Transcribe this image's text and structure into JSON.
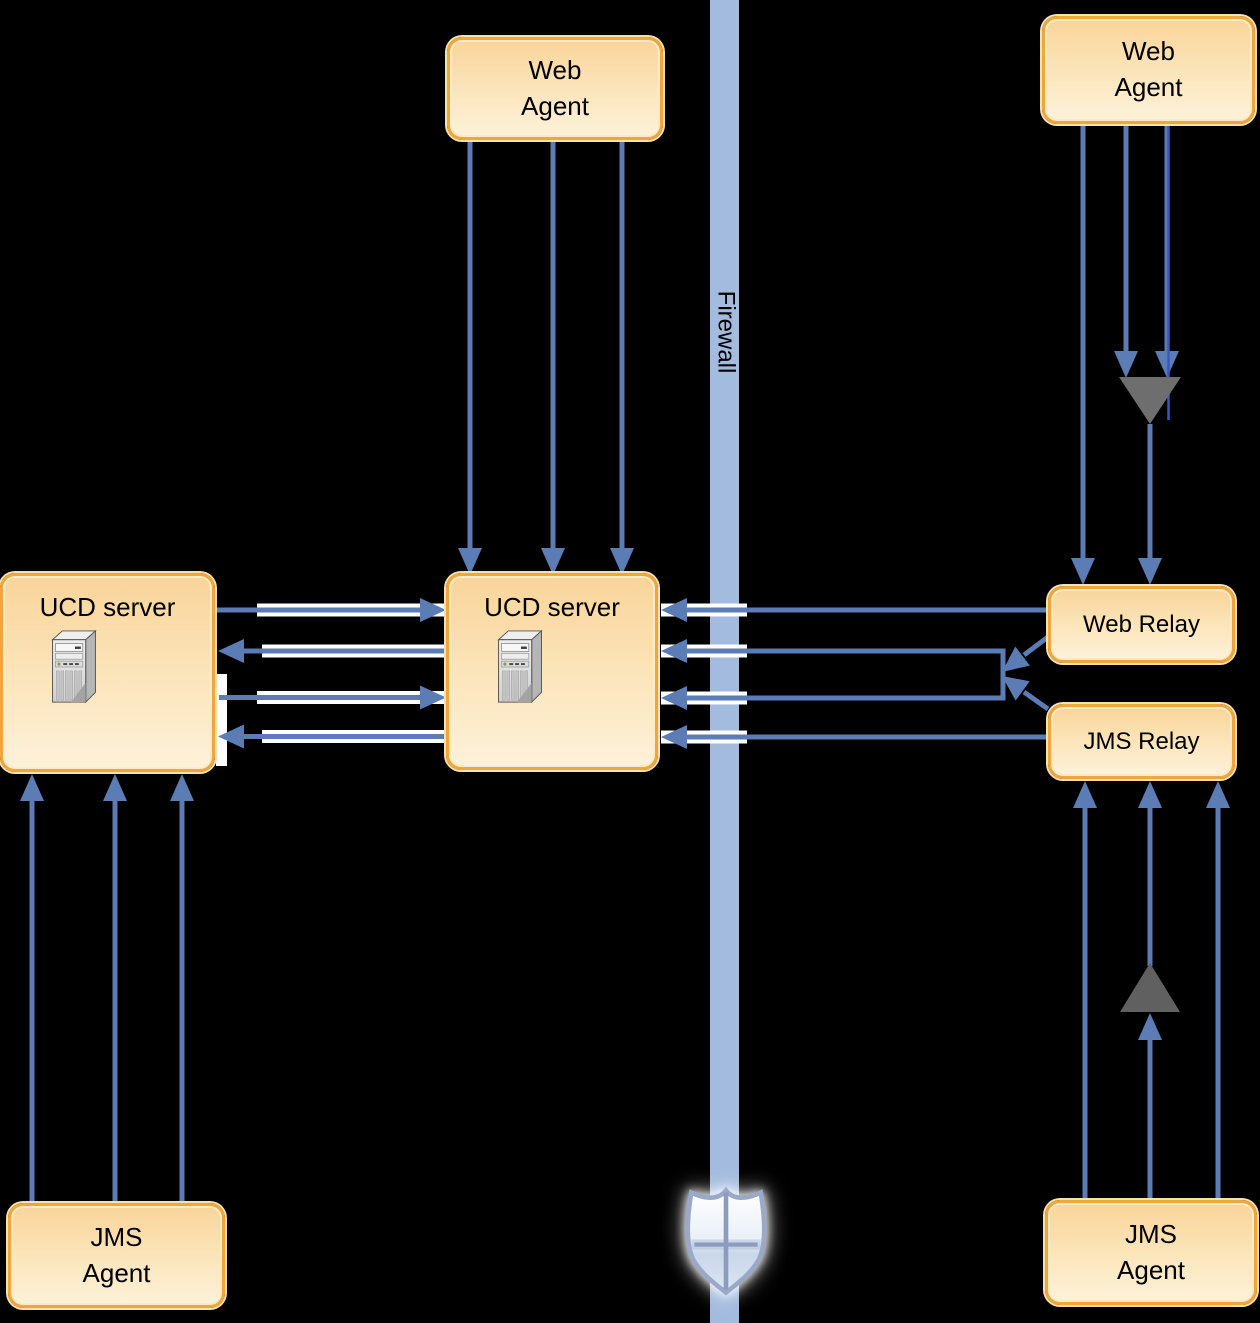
{
  "diagram": {
    "firewall": {
      "label": "Firewall"
    },
    "nodes": {
      "web_agent_top_left": {
        "label": "Web\nAgent"
      },
      "web_agent_top_right": {
        "label": "Web\nAgent"
      },
      "ucd_server_left": {
        "label": "UCD server"
      },
      "ucd_server_center": {
        "label": "UCD server"
      },
      "web_relay": {
        "label": "Web Relay"
      },
      "jms_relay": {
        "label": "JMS Relay"
      },
      "jms_agent_bottom_left": {
        "label": "JMS\nAgent"
      },
      "jms_agent_bottom_right": {
        "label": "JMS\nAgent"
      }
    },
    "icons": [
      "server-tower-icon",
      "shield-icon",
      "funnel-down-icon",
      "funnel-up-icon"
    ],
    "colors": {
      "node_border": "#EFA63C",
      "node_fill_top": "#F9D49A",
      "node_fill_bottom": "#FDF2DA",
      "connector_blue": "#5B7CB5",
      "connector_navy": "#3A56C4",
      "firewall_fill": "#A3BBDE",
      "funnel_gray": "#6E6E6E",
      "halo_white": "#FFFFFF"
    }
  }
}
